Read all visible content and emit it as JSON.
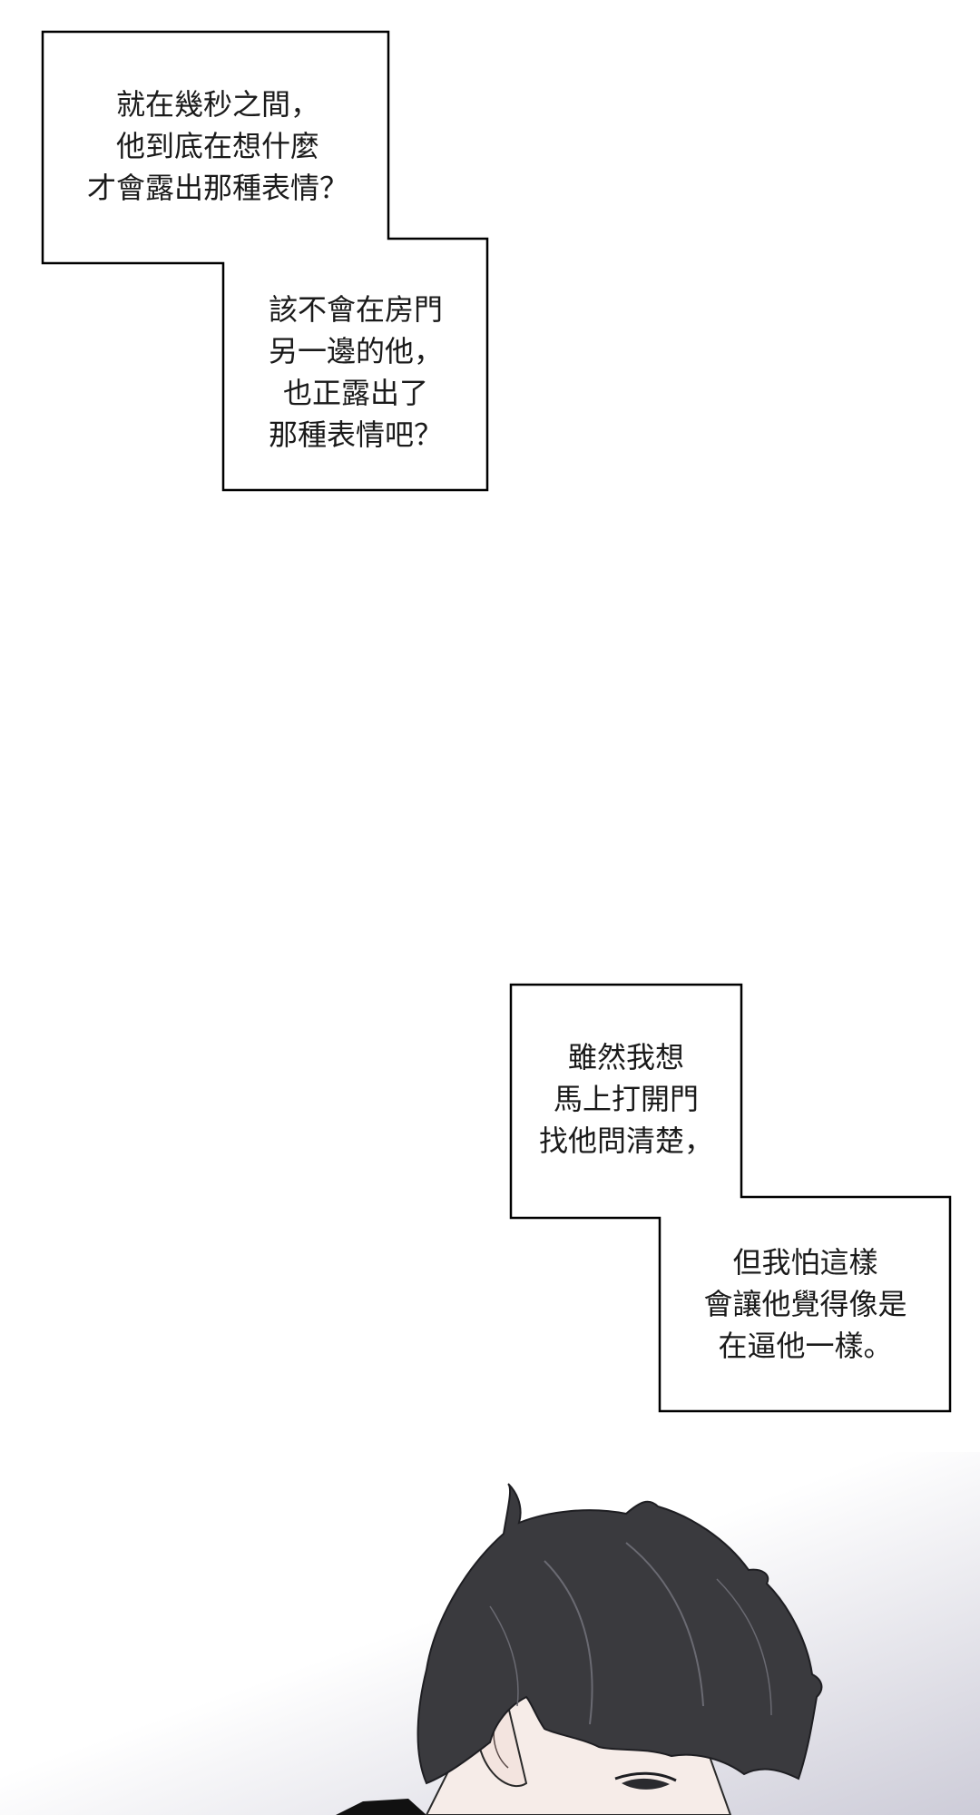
{
  "captions": {
    "c1": [
      "就在幾秒之間，",
      "他到底在想什麼",
      "才會露出那種表情？"
    ],
    "c2": [
      "該不會在房門",
      "另一邊的他，",
      "也正露出了",
      "那種表情吧？"
    ],
    "c3": [
      "雖然我想",
      "馬上打開門",
      "找他問清楚，"
    ],
    "c4": [
      "但我怕這樣",
      "會讓他覺得像是",
      "在逼他一樣。"
    ]
  },
  "colors": {
    "border": "#000000",
    "text": "#1a1a1a",
    "hair": "#3a3a3e",
    "skin": "#f6ece8",
    "shadow_bg": "#cdccd8"
  }
}
